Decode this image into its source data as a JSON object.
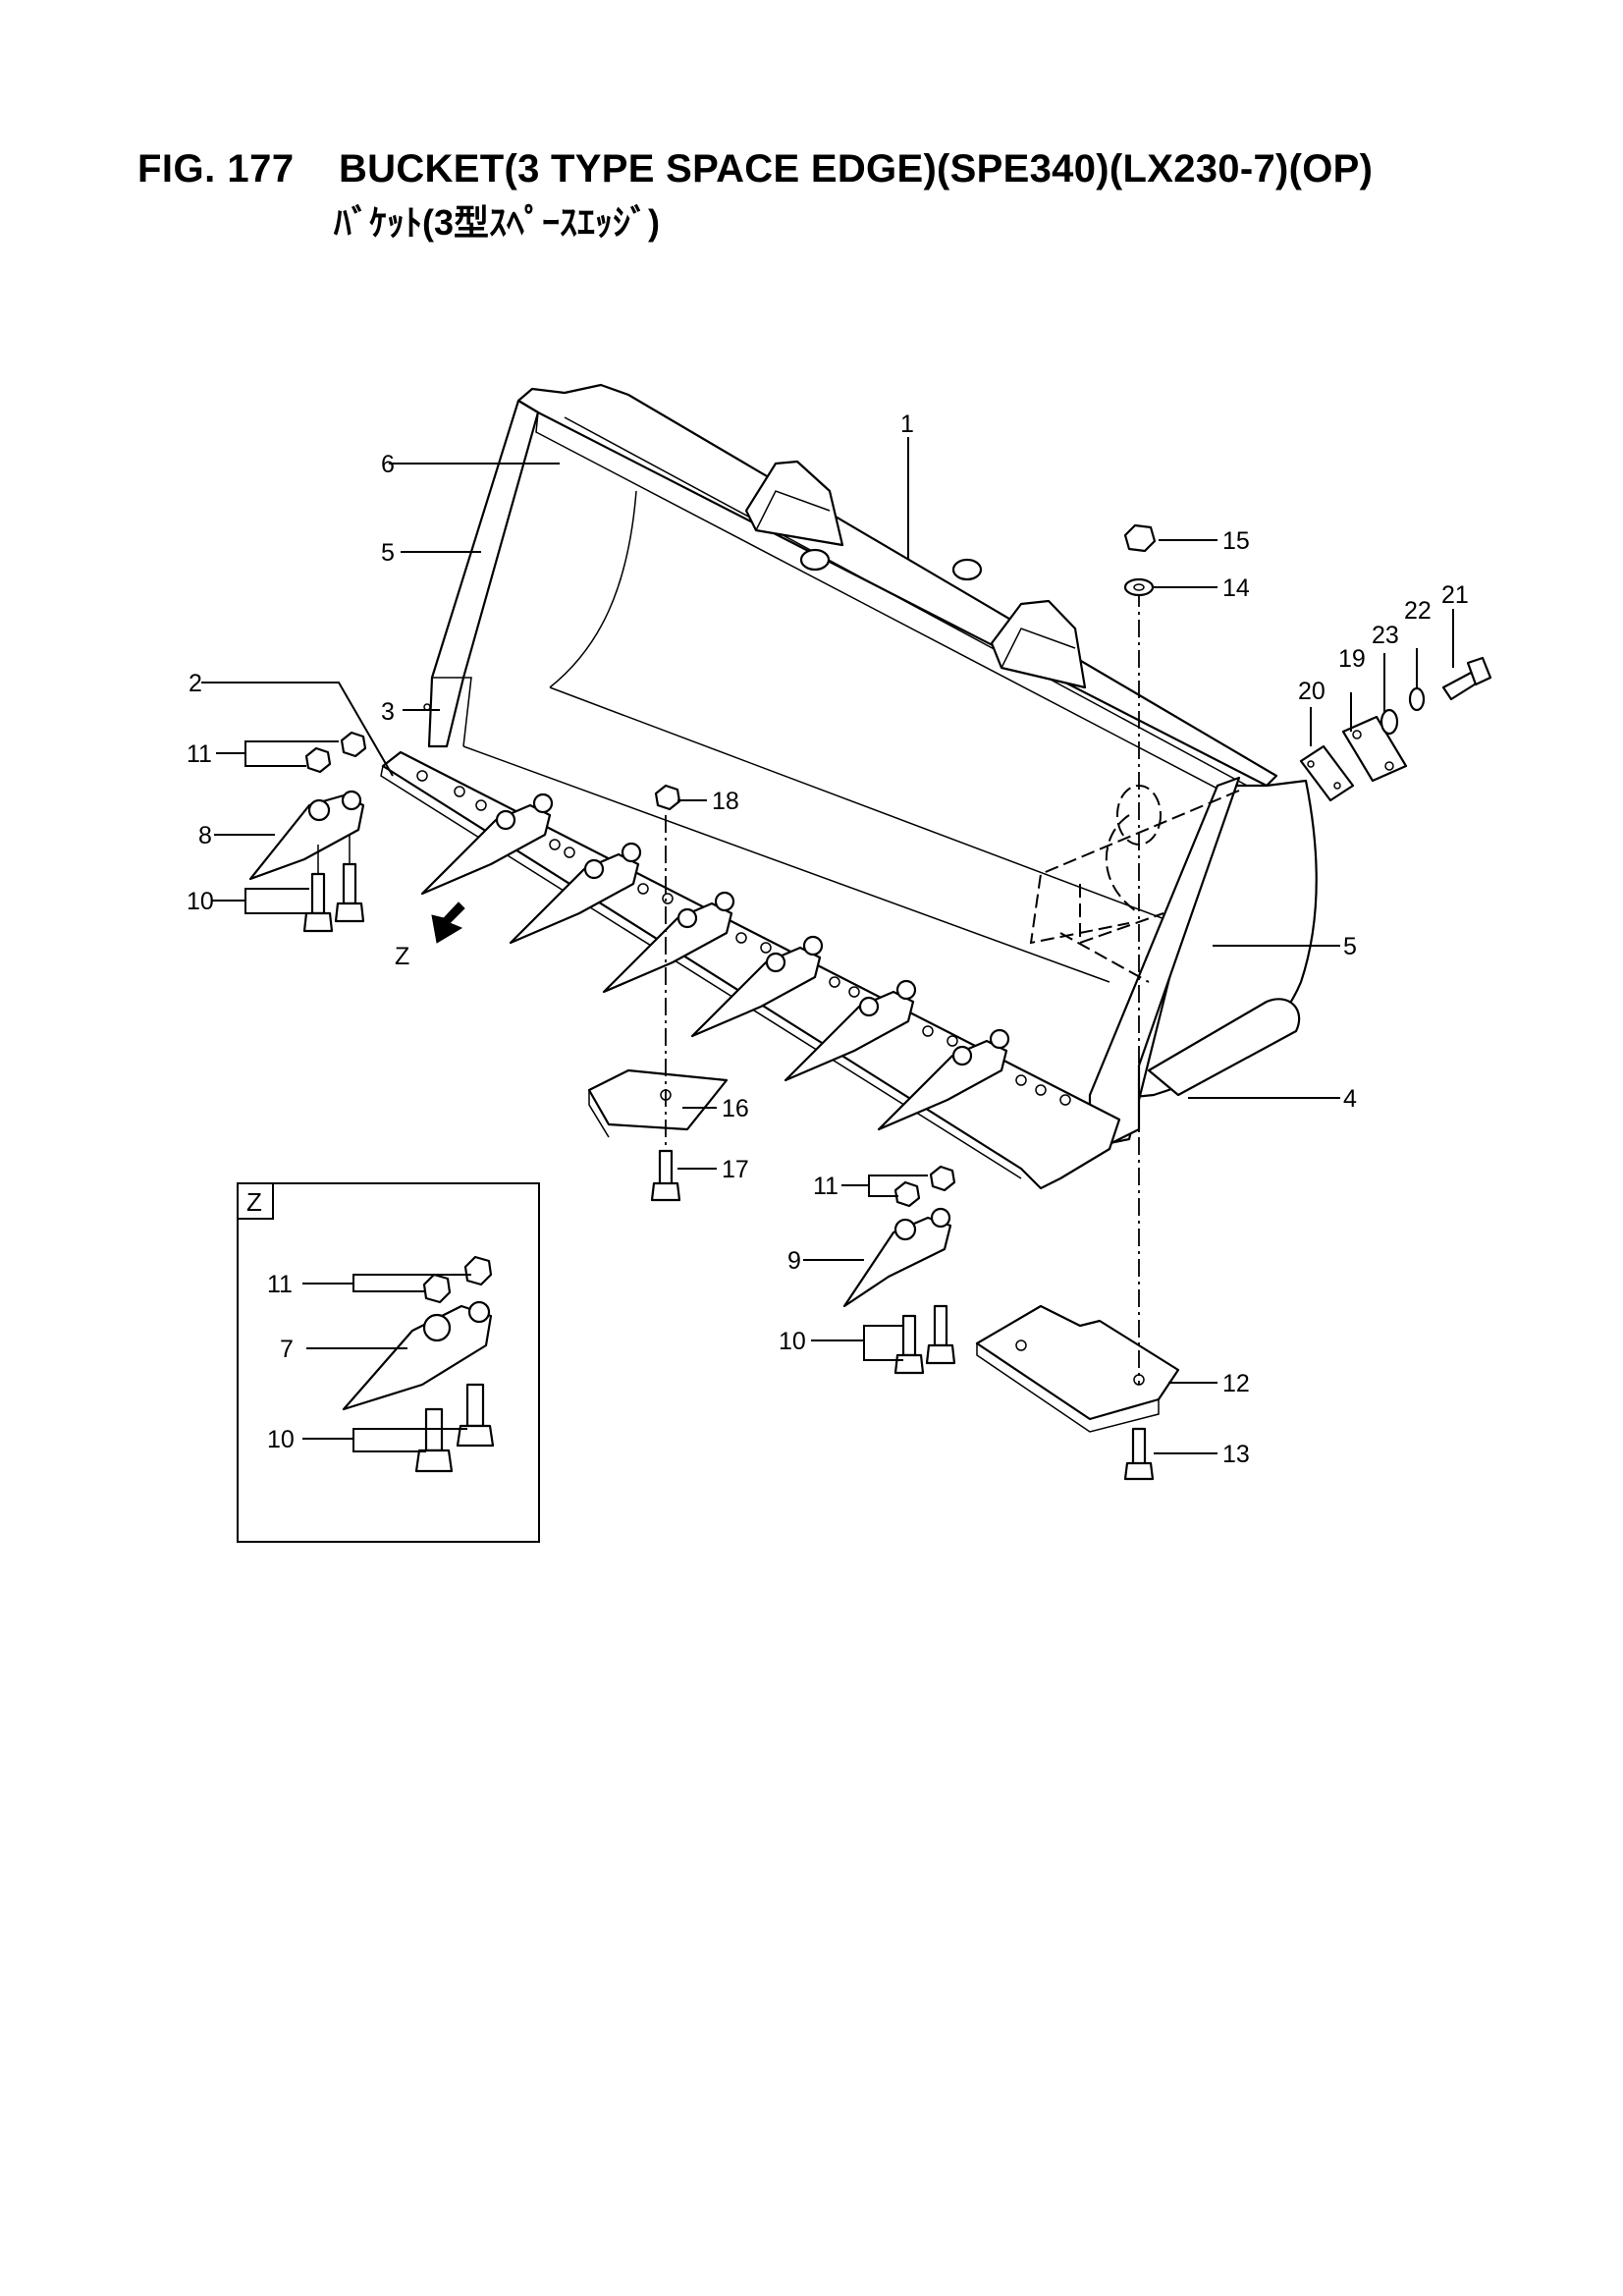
{
  "header": {
    "figure_number": "FIG. 177",
    "title": "BUCKET(3 TYPE SPACE EDGE)(SPE340)(LX230-7)(OP)",
    "subtitle": "ﾊﾞｹｯﾄ(3型ｽﾍﾟｰｽｴｯｼﾞ)"
  },
  "callouts": {
    "c1": "1",
    "c2": "2",
    "c3": "3",
    "c4": "4",
    "c5a": "5",
    "c5b": "5",
    "c6": "6",
    "c8": "8",
    "c9": "9",
    "c10a": "10",
    "c10b": "10",
    "c11a": "11",
    "c11b": "11",
    "c12": "12",
    "c13": "13",
    "c14": "14",
    "c15": "15",
    "c16": "16",
    "c17": "17",
    "c18": "18",
    "c19": "19",
    "c20": "20",
    "c21": "21",
    "c22": "22",
    "c23": "23",
    "view_arrow": "Z"
  },
  "inset": {
    "label": "Z",
    "c7": "7",
    "c10": "10",
    "c11": "11"
  }
}
